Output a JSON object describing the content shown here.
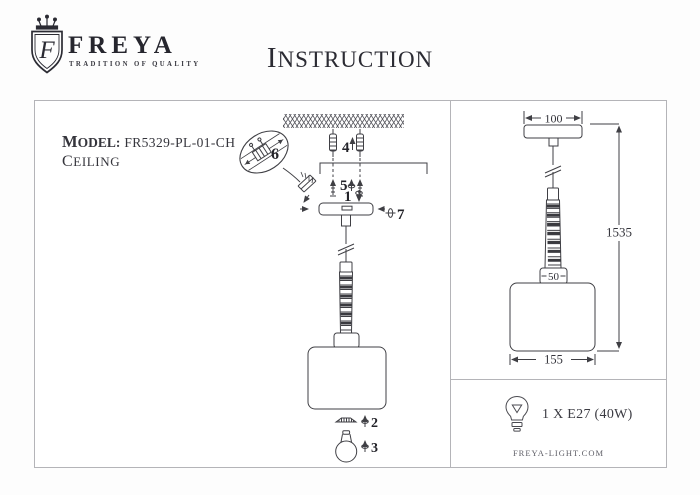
{
  "header": {
    "brand": "FREYA",
    "tagline": "TRADITION OF QUALITY",
    "monogram": "F",
    "title": "INSTRUCTION"
  },
  "model": {
    "label": "MODEL:",
    "value": "FR5329-PL-01-CH",
    "mount_type": "CEILING"
  },
  "part_numbers": [
    "1",
    "2",
    "3",
    "4",
    "5",
    "6",
    "7"
  ],
  "dimensions": {
    "canopy_width": "100",
    "overall_height": "1535",
    "stem_joint": "50",
    "shade_width": "155"
  },
  "spec": {
    "lamp": "1 X E27 (40W)",
    "website": "FREYA-LIGHT.COM"
  },
  "icons": {
    "emblem": "freya-crest-shield-icon",
    "lamp": "light-bulb-icon"
  },
  "colors": {
    "ink": "#2b2b33",
    "line": "#3f3f44",
    "frame_border": "#b4b4b8"
  }
}
